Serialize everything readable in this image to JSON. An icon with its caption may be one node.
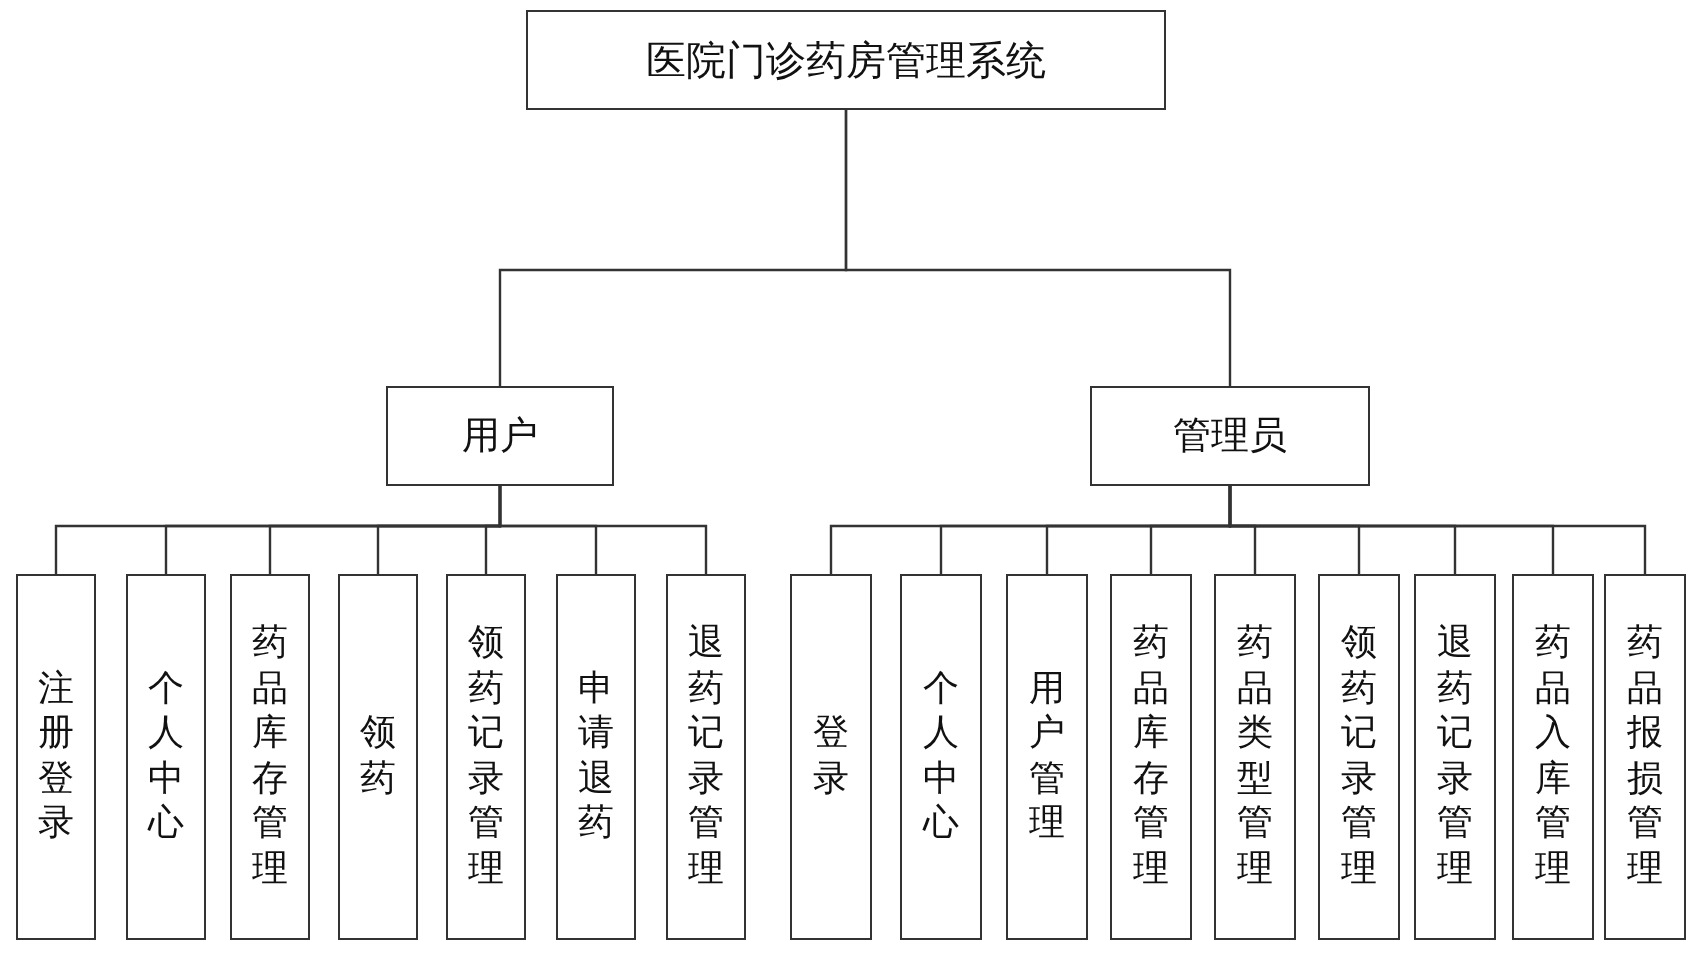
{
  "diagram": {
    "nodes": [
      {
        "text": [
          "医院门诊药房管理系统"
        ]
      },
      {
        "text": [
          "用户"
        ]
      },
      {
        "text": [
          "管理员"
        ]
      },
      {
        "text": [
          "注册登录"
        ]
      },
      {
        "text": [
          "个人中心"
        ]
      },
      {
        "text": [
          "药品库存管理"
        ]
      },
      {
        "text": [
          "领药"
        ]
      },
      {
        "text": [
          "领药记录管理"
        ]
      },
      {
        "text": [
          "申请退药"
        ]
      },
      {
        "text": [
          "退药记录管理"
        ]
      },
      {
        "text": [
          "登录"
        ]
      },
      {
        "text": [
          "个人中心"
        ]
      },
      {
        "text": [
          "用户管理"
        ]
      },
      {
        "text": [
          "药品库存管理"
        ]
      },
      {
        "text": [
          "药品类型管理"
        ]
      },
      {
        "text": [
          "领药记录管理"
        ]
      },
      {
        "text": [
          "退药记录管理"
        ]
      },
      {
        "text": [
          "药品入库管理"
        ]
      },
      {
        "text": [
          "药品报损管理"
        ]
      }
    ],
    "edges": [
      {
        "from": 0,
        "to": 1,
        "arrow": "none"
      },
      {
        "from": 0,
        "to": 2,
        "arrow": "none"
      },
      {
        "from": 1,
        "to": 3,
        "arrow": "none"
      },
      {
        "from": 1,
        "to": 4,
        "arrow": "none"
      },
      {
        "from": 1,
        "to": 5,
        "arrow": "none"
      },
      {
        "from": 1,
        "to": 6,
        "arrow": "none"
      },
      {
        "from": 1,
        "to": 7,
        "arrow": "none"
      },
      {
        "from": 1,
        "to": 8,
        "arrow": "none"
      },
      {
        "from": 1,
        "to": 9,
        "arrow": "none"
      },
      {
        "from": 2,
        "to": 10,
        "arrow": "none"
      },
      {
        "from": 2,
        "to": 11,
        "arrow": "none"
      },
      {
        "from": 2,
        "to": 12,
        "arrow": "none"
      },
      {
        "from": 2,
        "to": 13,
        "arrow": "none"
      },
      {
        "from": 2,
        "to": 14,
        "arrow": "none"
      },
      {
        "from": 2,
        "to": 15,
        "arrow": "none"
      },
      {
        "from": 2,
        "to": 16,
        "arrow": "none"
      },
      {
        "from": 2,
        "to": 17,
        "arrow": "none"
      },
      {
        "from": 2,
        "to": 18,
        "arrow": "none"
      }
    ]
  }
}
